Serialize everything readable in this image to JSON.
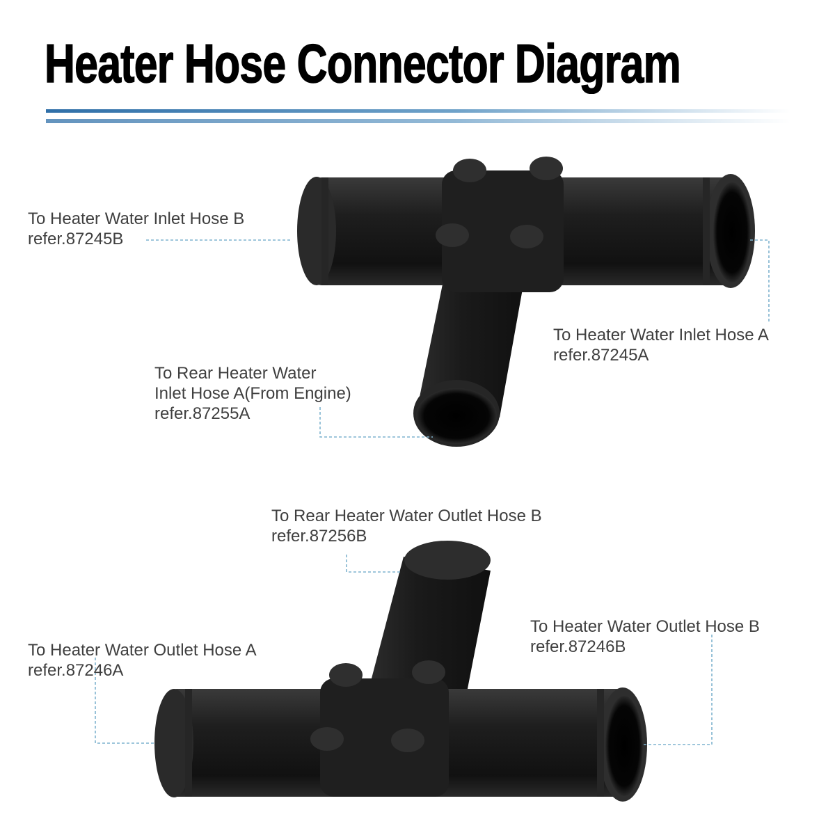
{
  "title": "Heater Hose Connector Diagram",
  "colors": {
    "title": "#000000",
    "rule_start": "#3d7fb8",
    "rule_end": "#ffffff",
    "leader_line": "#7fb3cf",
    "label_text": "#3f3f3f",
    "part_fill": "#1c1c1c"
  },
  "connectors": [
    {
      "name": "upper-tee",
      "ports": [
        {
          "text": "To Heater Water Inlet Hose B",
          "ref": "refer.87245B"
        },
        {
          "text": "To Heater Water Inlet Hose A",
          "ref": "refer.87245A"
        },
        {
          "text_lines": [
            "To Rear Heater Water",
            "Inlet Hose A(From Engine)"
          ],
          "ref": "refer.87255A"
        }
      ]
    },
    {
      "name": "lower-tee",
      "ports": [
        {
          "text": "To Rear Heater Water Outlet Hose B",
          "ref": "refer.87256B"
        },
        {
          "text": "To Heater Water Outlet Hose A",
          "ref": "refer.87246A"
        },
        {
          "text": "To Heater Water Outlet Hose B",
          "ref": "refer.87246B"
        }
      ]
    }
  ]
}
